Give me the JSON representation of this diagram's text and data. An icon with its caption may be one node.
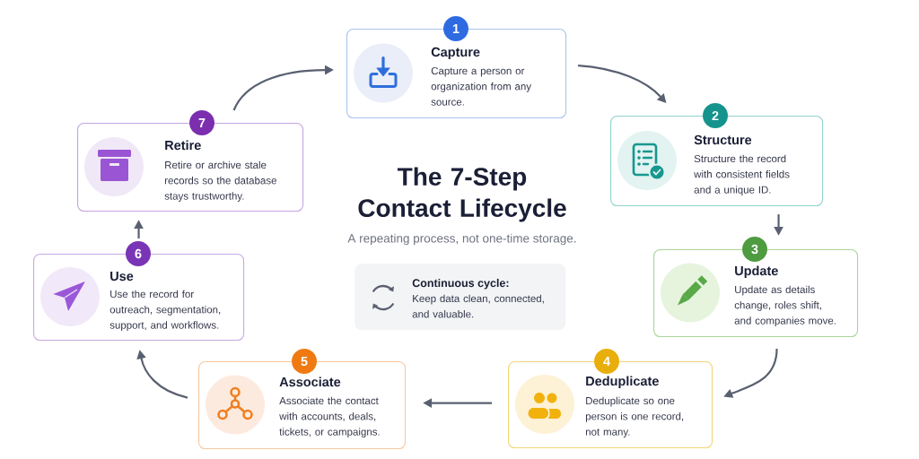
{
  "diagram": {
    "title": "The 7-Step Contact Lifecycle",
    "nodes": [
      {
        "text": [
          "1",
          "Capture",
          "Capture a person or organization from any source."
        ]
      },
      {
        "text": [
          "2",
          "Structure",
          "Structure the record with consistent fields and a unique ID."
        ]
      },
      {
        "text": [
          "3",
          "Update",
          "Update as details change, roles shift, and companies move."
        ]
      },
      {
        "text": [
          "4",
          "Deduplicate",
          "Deduplicate so one person is one record, not many."
        ]
      },
      {
        "text": [
          "5",
          "Associate",
          "Associate the contact with accounts, deals, tickets, or campaigns."
        ]
      },
      {
        "text": [
          "6",
          "Use",
          "Use the record for outreach, segmentation, support, and workflows."
        ]
      },
      {
        "text": [
          "7",
          "Retire",
          "Retire or archive stale records so the database stays trustworthy."
        ]
      },
      {
        "text": [
          "Continuous cycle:",
          "Keep data clean, connected, and valuable."
        ]
      }
    ],
    "edges": [
      {
        "from": 6,
        "to": 0,
        "arrow": "to"
      },
      {
        "from": 0,
        "to": 1,
        "arrow": "to"
      },
      {
        "from": 1,
        "to": 2,
        "arrow": "to"
      },
      {
        "from": 2,
        "to": 3,
        "arrow": "to"
      },
      {
        "from": 3,
        "to": 4,
        "arrow": "to"
      },
      {
        "from": 4,
        "to": 5,
        "arrow": "to"
      },
      {
        "from": 5,
        "to": 6,
        "arrow": "to"
      }
    ],
    "labels": [
      "A repeating process, not one-time storage."
    ]
  }
}
